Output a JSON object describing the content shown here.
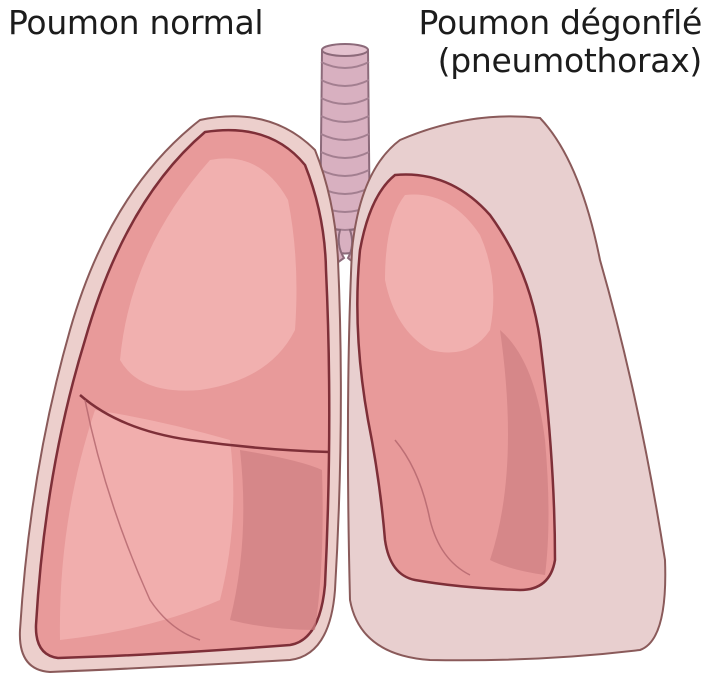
{
  "labels": {
    "normal_lung": "Poumon normal",
    "deflated_lung_line1": "Poumon dégonflé",
    "deflated_lung_line2": "(pneumothorax)"
  },
  "colors": {
    "pleural_cavity": "#e8cfcf",
    "pleural_outline": "#8a5a5a",
    "lung_fill": "#e89a9a",
    "lung_highlight": "#f2b3b1",
    "lung_shadow": "#cf7f82",
    "lung_outline": "#7e2f38",
    "trachea_fill": "#d8b0c0",
    "trachea_outline": "#8c6a7a"
  }
}
